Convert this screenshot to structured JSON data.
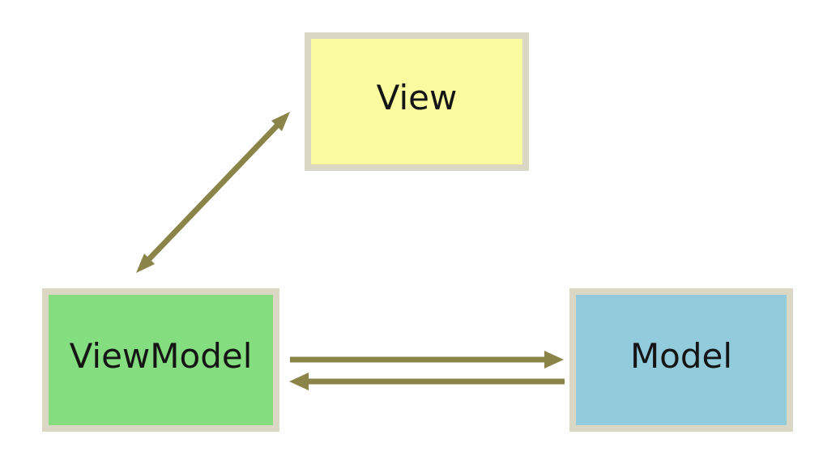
{
  "diagram": {
    "name": "MVVM pattern diagram",
    "background": "#ffffff",
    "arrow_color": "#8b8449",
    "node_border_color": "#dbd7c5",
    "text_color": "#151515",
    "nodes": [
      {
        "id": "view",
        "label": "View",
        "fill": "#fafa9e"
      },
      {
        "id": "viewmodel",
        "label": "ViewModel",
        "fill": "#84dd7f"
      },
      {
        "id": "model",
        "label": "Model",
        "fill": "#92cbdc"
      }
    ],
    "edges": [
      {
        "from": "viewmodel",
        "to": "view",
        "direction": "bidirectional"
      },
      {
        "from": "viewmodel",
        "to": "model",
        "direction": "one-way"
      },
      {
        "from": "model",
        "to": "viewmodel",
        "direction": "one-way"
      }
    ]
  }
}
